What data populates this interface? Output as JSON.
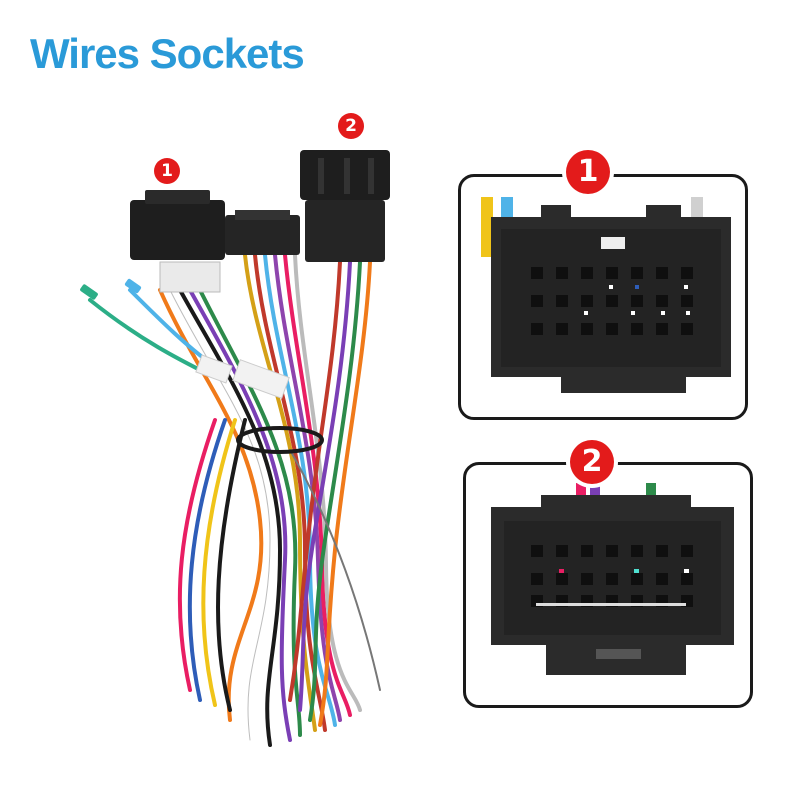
{
  "title": "Wires Sockets",
  "colors": {
    "title": "#2a9ad8",
    "badge": "#e31b1b",
    "connector": "#1e1e1e",
    "socket_face": "#2b2b2b",
    "pin_hole": "#0f0f0f",
    "panel_border": "#1a1a1a"
  },
  "harness_labels": {
    "connector_1": "1",
    "connector_2": "2"
  },
  "panels": [
    {
      "label": "1"
    },
    {
      "label": "2"
    }
  ]
}
